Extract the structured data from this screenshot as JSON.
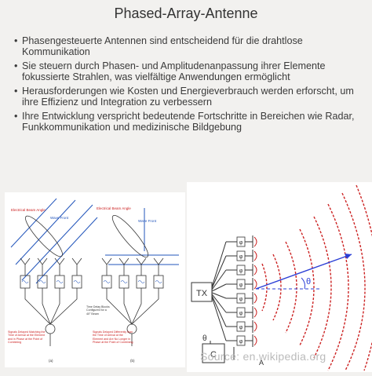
{
  "title": "Phased-Array-Antenne",
  "bullets": [
    "Phasengesteuerte Antennen sind entscheidend für die drahtlose Kommunikation",
    "Sie steuern durch Phasen- und Amplitudenanpassung ihrer Elemente fokussierte Strahlen, was vielfältige Anwendungen ermöglicht",
    "Herausforderungen wie Kosten und Energieverbrauch werden erforscht, um ihre Effizienz und Integration zu verbessern",
    "Ihre Entwicklung verspricht bedeutende Fortschritte in Bereichen wie Radar, Funkkommunikation und medizinische Bildgebung"
  ],
  "left_figure": {
    "a": {
      "beam_label": "Electrical Beam Angle",
      "wavefront_label": "Wave Front",
      "caption": "Signals Delayed Matching the Time of Arrival at the Element and in Phase at the Point of Combining",
      "panel_label": "(a)"
    },
    "b": {
      "beam_label": "Electrical Beam Angle",
      "wavefront_label": "Wave Front",
      "side_caption": "Time Delay Blocks Configured for a 40° Beam",
      "caption": "Signals Delayed Differently than the Time of Arrival at the Element and Are No Longer in Phase at the Point of Combining",
      "panel_label": "(b)"
    }
  },
  "right_figure": {
    "tx_label": "TX",
    "c_label": "C",
    "theta_label": "θ",
    "theta_small_label": "θ",
    "a_label": "A"
  },
  "source": "Source: en.wikipedia.org",
  "colors": {
    "accent_red": "#cc2222",
    "beam_blue": "#2b3fd6",
    "diagram_blue": "#2255bb"
  }
}
